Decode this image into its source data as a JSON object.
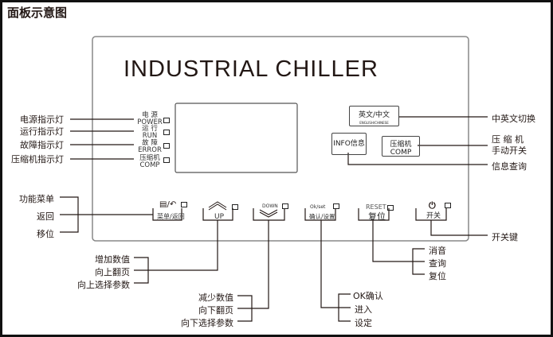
{
  "title": "面板示意图",
  "panel": {
    "brand": "INDUSTRIAL CHILLER",
    "indicators": [
      {
        "cn": "电  源",
        "en": "POWER"
      },
      {
        "cn": "运  行",
        "en": "RUN"
      },
      {
        "cn": "故  障",
        "en": "ERROR"
      },
      {
        "cn": "压缩机",
        "en": "COMP"
      }
    ],
    "lang_button": {
      "cn": "英文/中文",
      "en": "ENGLISH/CHINESE"
    },
    "info_button": "INFO信息",
    "comp_button": {
      "cn": "压缩机",
      "en": "COMP"
    },
    "keys": {
      "menu": {
        "icon": "▤/↶",
        "label": "菜单/返回"
      },
      "up": {
        "label": "UP"
      },
      "down": {
        "label": "DOWN"
      },
      "ok": {
        "top": "Ok/set",
        "label": "确认/设置"
      },
      "reset": {
        "top": "RESET",
        "label": "复位"
      },
      "power": {
        "icon": "⏻",
        "label": "开关"
      }
    }
  },
  "callouts": {
    "left_indicators": [
      "电源指示灯",
      "运行指示灯",
      "故障指示灯",
      "压缩机指示灯"
    ],
    "menu": [
      "功能菜单",
      "返回",
      "移位"
    ],
    "up": [
      "增加数值",
      "向上翻页",
      "向上选择参数"
    ],
    "down": [
      "减少数值",
      "向下翻页",
      "向下选择参数"
    ],
    "ok": [
      "OK确认",
      "进入",
      "设定"
    ],
    "reset": [
      "消音",
      "查询",
      "复位"
    ],
    "lang": "中英文切换",
    "comp": [
      "压 缩 机",
      "手动开关"
    ],
    "info": "信息查询",
    "power": "开关键"
  }
}
